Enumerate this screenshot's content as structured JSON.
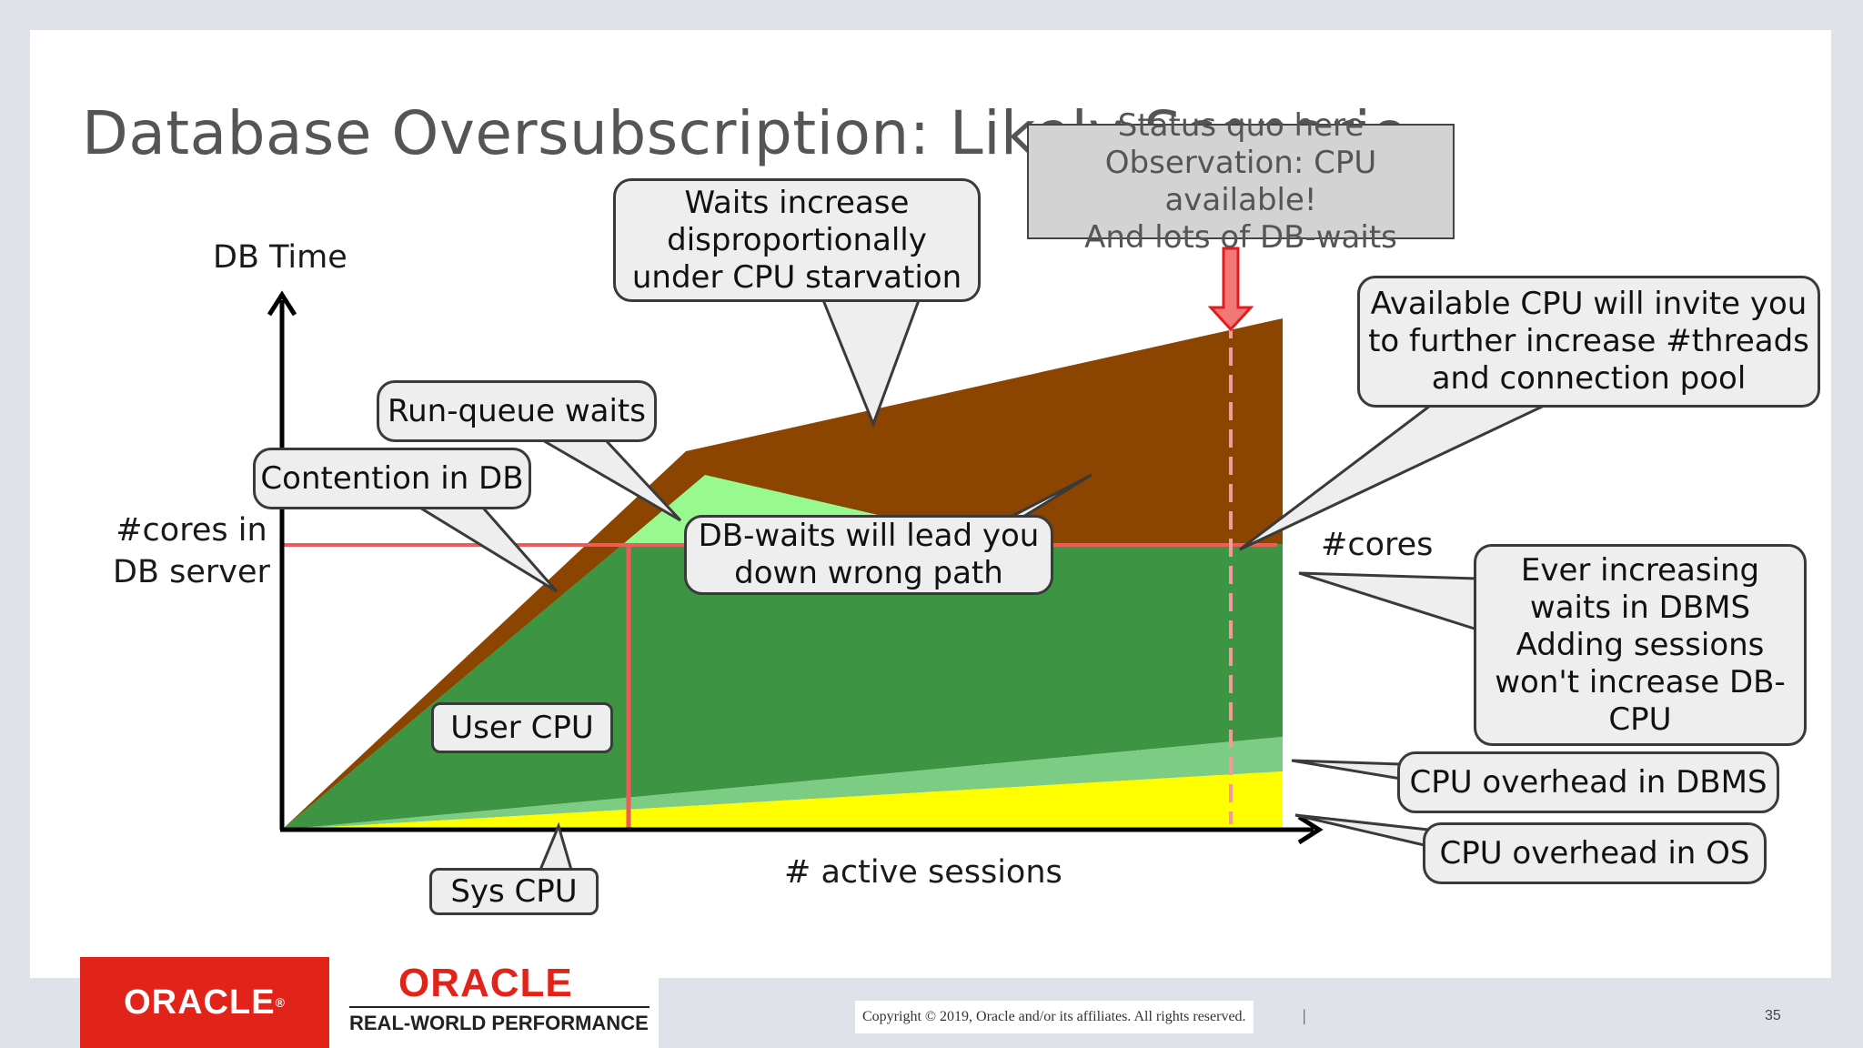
{
  "slide": {
    "title": "Database Oversubscription: Likely Scenario",
    "page_number": "35",
    "copyright": "Copyright © 2019, Oracle and/or its affiliates. All rights reserved.",
    "separator": "|"
  },
  "axes": {
    "y_label": "DB Time",
    "x_label": "# active sessions",
    "cores_axis_label": "#cores in\nDB server",
    "cores_line_label": "#cores"
  },
  "callouts": {
    "waits_increase": "Waits increase\ndisproportionally\nunder CPU starvation",
    "status_quo": "Status quo here\nObservation: CPU available!\nAnd lots of DB-waits",
    "available_cpu": "Available CPU will invite you\nto further increase #threads\nand connection pool",
    "run_queue": "Run-queue waits",
    "contention": "Contention in DB",
    "db_waits": "DB-waits will lead you\ndown wrong path",
    "ever_increasing": "Ever increasing\nwaits in DBMS\nAdding sessions\nwon't increase DB-\nCPU",
    "user_cpu": "User CPU",
    "cpu_overhead_dbms": "CPU overhead in DBMS",
    "cpu_overhead_os": "CPU overhead in OS",
    "sys_cpu": "Sys CPU"
  },
  "logos": {
    "oracle": "ORACLE",
    "rwp_oracle": "ORACLE",
    "rwp_text": "REAL-WORLD PERFORMANCE"
  },
  "colors": {
    "db_waits": "#8b4500",
    "run_queue": "#98f98f",
    "user_cpu": "#3d9443",
    "dbms_overhead": "#7dcc84",
    "os_overhead": "#ffff00",
    "cores_line": "#ef5a5a",
    "status_arrow": "#ef3b3b",
    "oracle_red": "#e2231a"
  }
}
